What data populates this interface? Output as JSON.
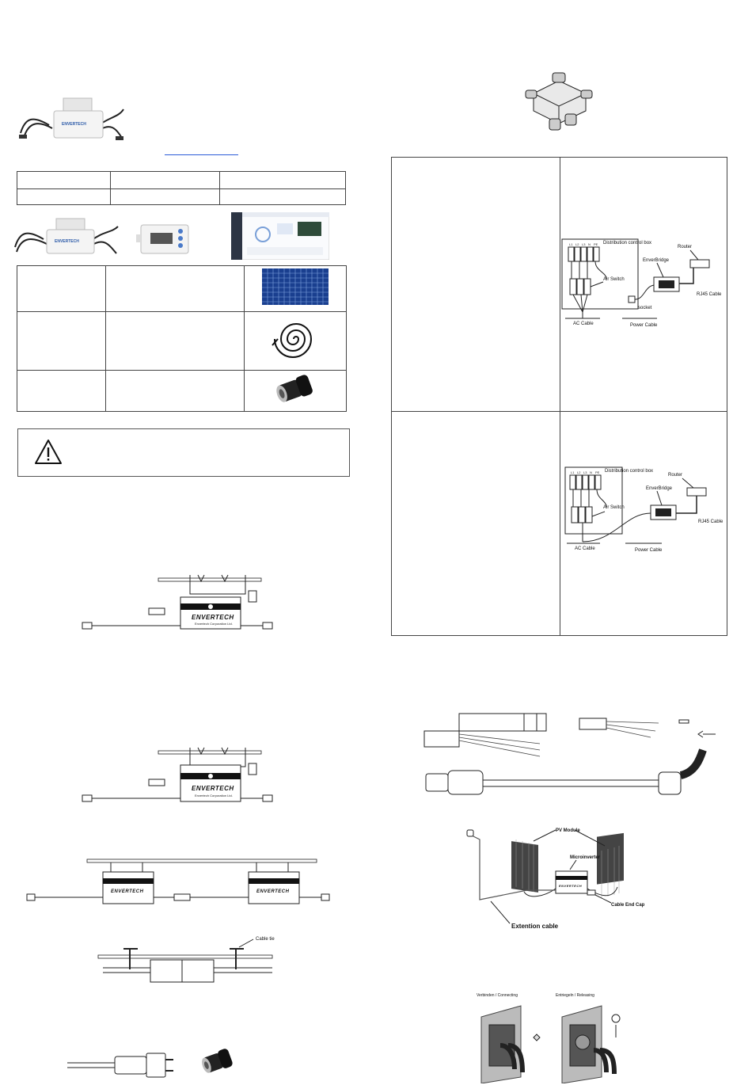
{
  "product": {
    "brand": "ENVERTECH",
    "brand_sub": "Envertech Corporation Ltd."
  },
  "wiring": {
    "distribution_box": "Distribution control box",
    "air_switch": "Air Switch",
    "enverbridge": "EnverBridge",
    "router": "Router",
    "rj45": "RJ45 Cable",
    "socket": "socket",
    "ac_cable": "AC Cable",
    "power_cable": "Power Cable",
    "breakers": [
      "L1",
      "L2",
      "L3",
      "N",
      "PE"
    ]
  },
  "cable_tie": "Cable tie",
  "system": {
    "pv_module": "PV Module",
    "microinverter": "Microinverter",
    "extension": "Extention cable",
    "end_cap": "Cable End Cap"
  },
  "connector": {
    "connect": "Verbinden / Connecting",
    "release": "Entriegeln / Releasing"
  },
  "icons": {
    "warning": "warning-triangle-icon"
  }
}
